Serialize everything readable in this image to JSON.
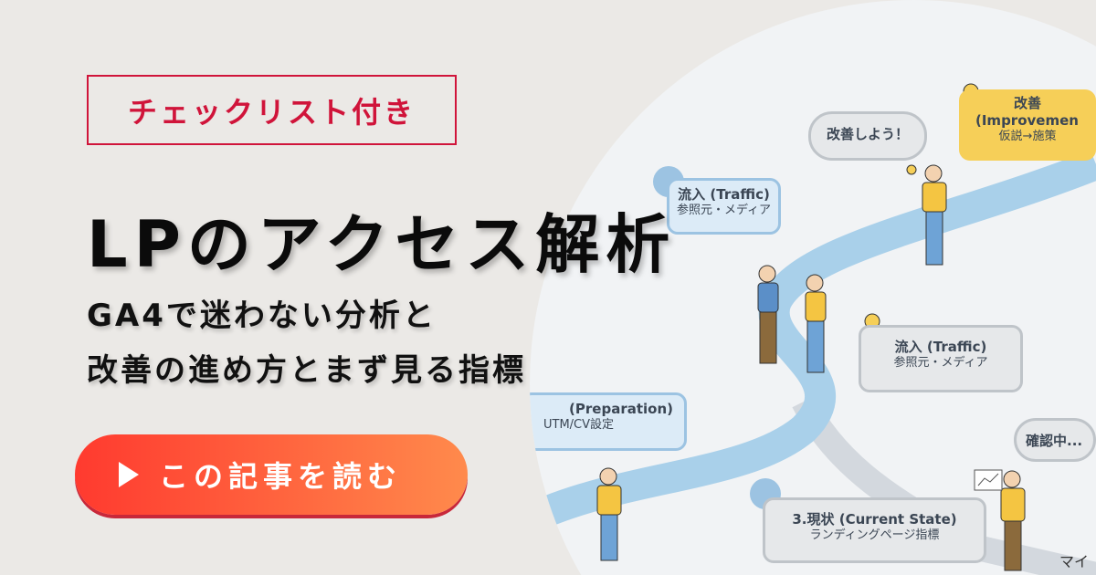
{
  "badge": "チェックリスト付き",
  "title": "LPのアクセス解析",
  "subtitle_lines": [
    "GA4で迷わない分析と",
    "改善の進め方とまず見る指標"
  ],
  "cta": {
    "label": "この記事を読む",
    "icon": "play-icon"
  },
  "colors": {
    "background": "#ebe9e6",
    "badge": "#d0143a",
    "cta_start": "#ff3a2f",
    "cta_end": "#ff8a4c",
    "path": "#a9d0ea"
  },
  "illustration": {
    "bubbles": {
      "kaizen_speech": "改善しよう！",
      "improvement_title": "改善",
      "improvement_en": "(Improvemen",
      "improvement_sub": "仮説→施策",
      "traffic_blue_title": "流入 (Traffic)",
      "traffic_blue_sub": "参照元・メディア",
      "traffic_gray_title": "流入 (Traffic)",
      "traffic_gray_sub": "参照元・メディア",
      "prep_title": "(Preparation)",
      "prep_sub": "UTM/CV設定",
      "checking": "確認中...",
      "current_title": "3.現状 (Current State)",
      "current_sub": "ランディングページ指標",
      "cut_label": "マイ"
    }
  }
}
